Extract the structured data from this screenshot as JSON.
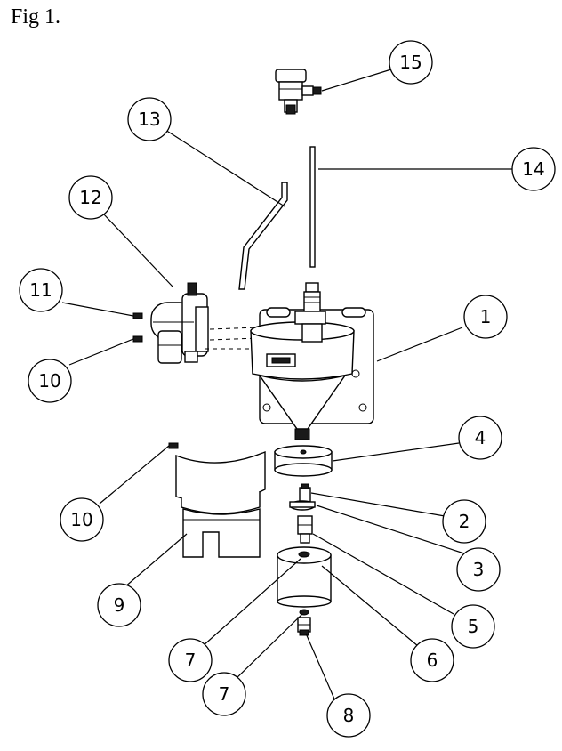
{
  "figure": {
    "title": "Fig 1."
  },
  "callouts": [
    {
      "id": "c15",
      "label": "15"
    },
    {
      "id": "c13",
      "label": "13"
    },
    {
      "id": "c14",
      "label": "14"
    },
    {
      "id": "c12",
      "label": "12"
    },
    {
      "id": "c11",
      "label": "11"
    },
    {
      "id": "c1",
      "label": "1"
    },
    {
      "id": "c10a",
      "label": "10"
    },
    {
      "id": "c4",
      "label": "4"
    },
    {
      "id": "c10b",
      "label": "10"
    },
    {
      "id": "c2",
      "label": "2"
    },
    {
      "id": "c3",
      "label": "3"
    },
    {
      "id": "c9",
      "label": "9"
    },
    {
      "id": "c5",
      "label": "5"
    },
    {
      "id": "c7a",
      "label": "7"
    },
    {
      "id": "c6",
      "label": "6"
    },
    {
      "id": "c7b",
      "label": "7"
    },
    {
      "id": "c8",
      "label": "8"
    }
  ]
}
